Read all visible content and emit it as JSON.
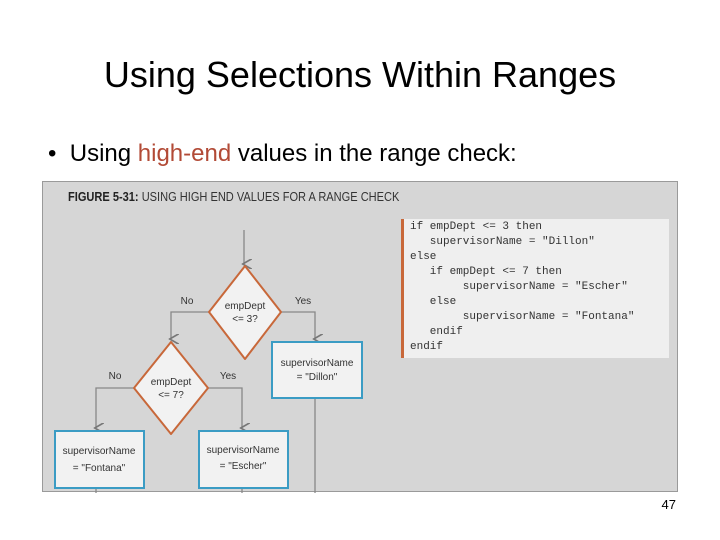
{
  "title": "Using Selections Within Ranges",
  "bullet": {
    "marker": "•",
    "pre": "Using ",
    "highlight": "high-end",
    "post": " values in the range check:"
  },
  "figure": {
    "label": "FIGURE 5-31:",
    "caption": "USING HIGH END VALUES FOR A RANGE CHECK",
    "decision1": [
      "empDept",
      "<= 3?"
    ],
    "decision2": [
      "empDept",
      "<= 7?"
    ],
    "no": "No",
    "yes": "Yes",
    "box_dillon": [
      "supervisorName",
      "= \"Dillon\""
    ],
    "box_fontana": [
      "supervisorName",
      "= \"Fontana\""
    ],
    "box_escher": [
      "supervisorName",
      "= \"Escher\""
    ],
    "code": "if empDept <= 3 then\n   supervisorName = \"Dillon\"\nelse\n   if empDept <= 7 then\n        supervisorName = \"Escher\"\n   else\n        supervisorName = \"Fontana\"\n   endif\nendif",
    "colors": {
      "accent": "#c8683a",
      "box_border": "#3b9cc4"
    }
  },
  "page_number": "47"
}
